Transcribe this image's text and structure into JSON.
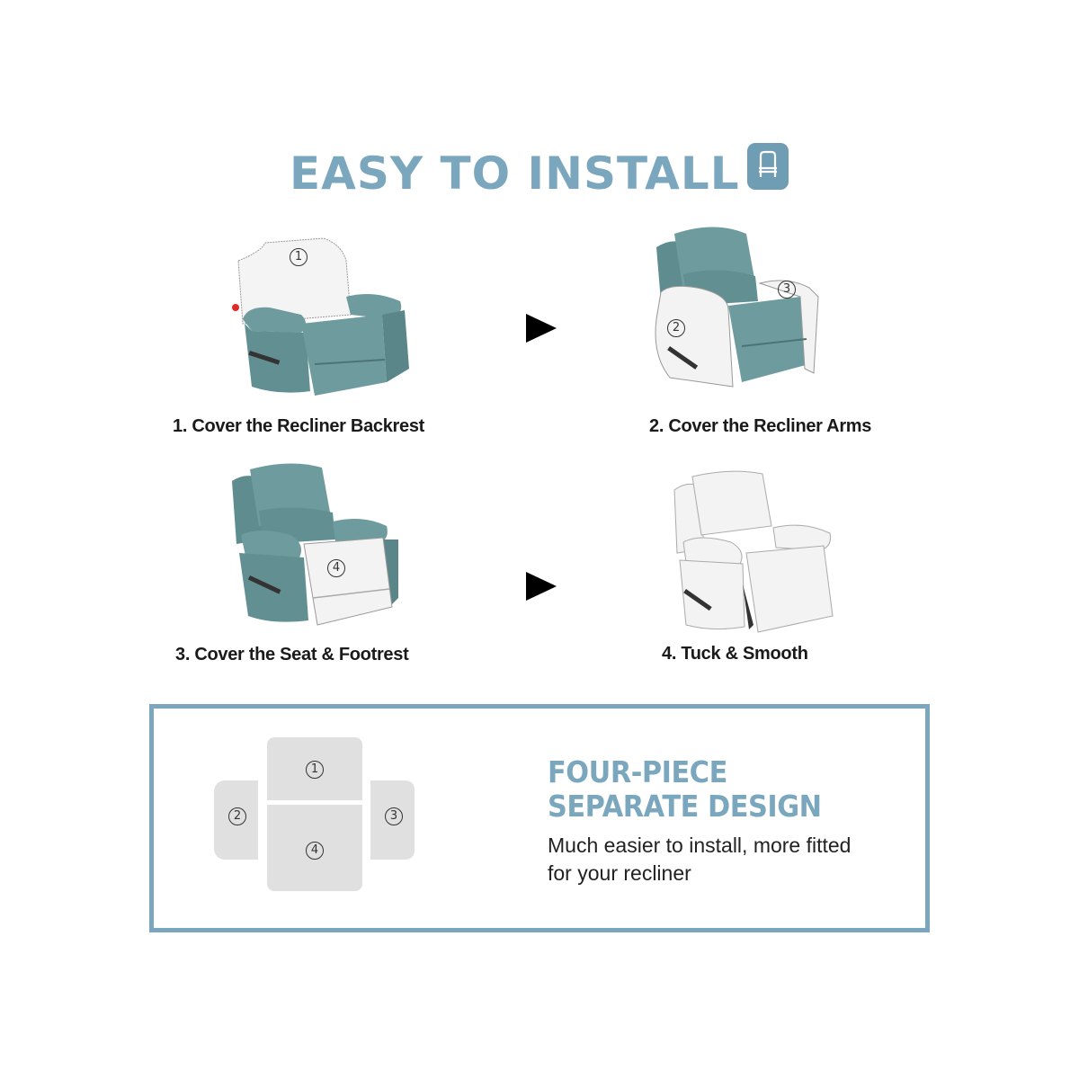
{
  "header": {
    "title": "EASY TO INSTALL",
    "icon": "chair-icon",
    "accent_color": "#7aa7bd"
  },
  "steps": [
    {
      "label": "1.  Cover the Recliner Backrest",
      "marker": "1",
      "image": "recliner-backrest-covered"
    },
    {
      "label": "2. Cover the Recliner Arms",
      "marker_left": "2",
      "marker_right": "3",
      "image": "recliner-arms-covered"
    },
    {
      "label": "3. Cover the Seat & Footrest",
      "marker": "4",
      "image": "recliner-seat-covered"
    },
    {
      "label": "4. Tuck & Smooth",
      "image": "recliner-fully-covered"
    }
  ],
  "arrows": [
    "arrow-right-icon",
    "arrow-right-icon"
  ],
  "feature": {
    "title_line1": "FOUR-PIECE",
    "title_line2": "SEPARATE DESIGN",
    "description": "Much easier to install, more fitted for your recliner",
    "pieces": [
      {
        "number": "1",
        "name": "backrest"
      },
      {
        "number": "2",
        "name": "left-arm"
      },
      {
        "number": "3",
        "name": "right-arm"
      },
      {
        "number": "4",
        "name": "seat-footrest"
      }
    ]
  },
  "colors": {
    "fabric": "#6e9b9e",
    "cover": "#f2f2f2",
    "piece": "#e0e0e0",
    "border": "#7aa7bd"
  }
}
